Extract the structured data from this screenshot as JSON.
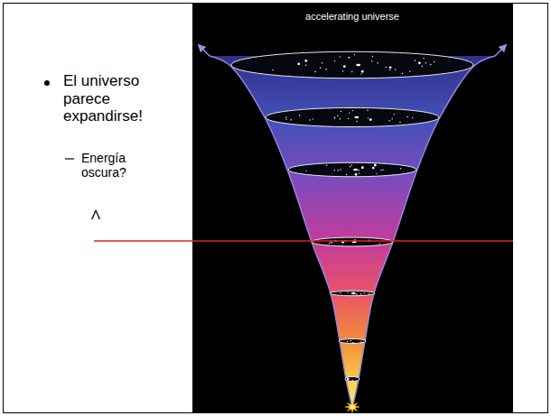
{
  "diagram": {
    "labels": [
      "El universo parece expandirse!",
      "Energía oscura?",
      "Λ",
      "accelerating universe"
    ]
  }
}
